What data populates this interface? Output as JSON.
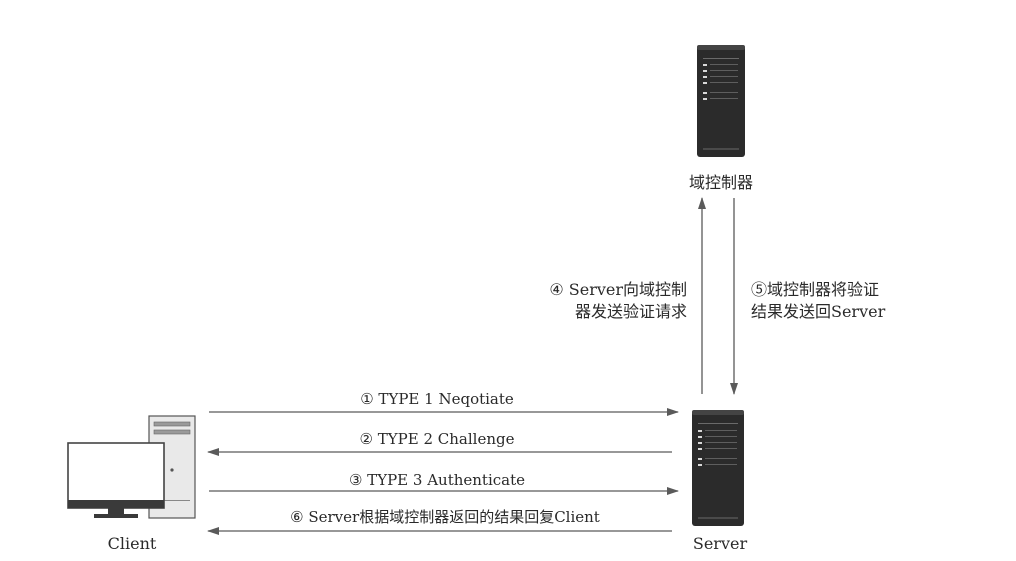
{
  "nodes": {
    "client": {
      "label": "Client",
      "icon": "desktop-computer-icon"
    },
    "server": {
      "label": "Server",
      "icon": "server-tower-icon"
    },
    "domain_controller": {
      "label": "域控制器",
      "icon": "server-tower-icon"
    }
  },
  "messages": [
    {
      "text": "① TYPE 1 Neqotiate",
      "direction": "client-to-server"
    },
    {
      "text": "② TYPE 2 Challenge",
      "direction": "server-to-client"
    },
    {
      "text": "③ TYPE 3 Authenticate",
      "direction": "client-to-server"
    },
    {
      "text": "⑥ Server根据域控制器返回的结果回复Client",
      "direction": "server-to-client"
    }
  ],
  "dc_request": {
    "line1": "④ Server向域控制",
    "line2": "器发送验证请求",
    "direction": "server-to-dc"
  },
  "dc_response": {
    "line1": "⑤域控制器将验证",
    "line2": "结果发送回Server",
    "direction": "dc-to-server"
  },
  "colors": {
    "arrow": "#5a5a5a",
    "server_body": "#2b2b2b",
    "text": "#2a2a2a"
  }
}
